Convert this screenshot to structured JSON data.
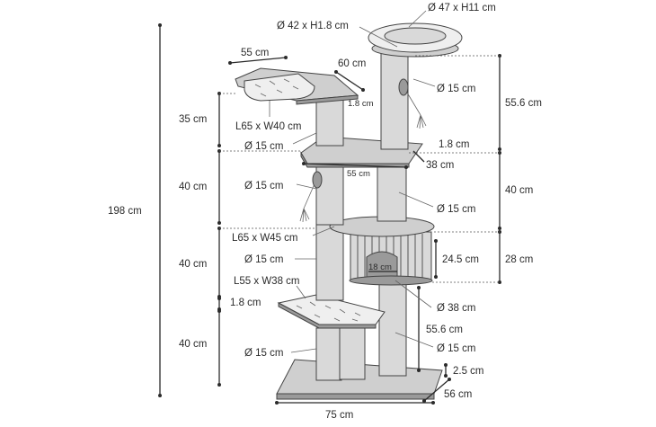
{
  "labels": {
    "top_bed": "Ø 47 x H11 cm",
    "top_bed_base": "Ø 42 x H1.8 cm",
    "hammock_width": "55 cm",
    "hammock_depth": "60 cm",
    "hammock_thickness": "1.8 cm",
    "top_post": "Ø 15 cm",
    "top_section": "55.6 cm",
    "hammock_gap": "35 cm",
    "hammock_size": "L65 x W40 cm",
    "post_1": "Ø 15 cm",
    "mid_platform_thickness": "1.8 cm",
    "mid_platform_depth": "38 cm",
    "mid_platform_width": "55 cm",
    "upper_left_gap": "40 cm",
    "toy_post": "Ø 15 cm",
    "right_post": "Ø 15 cm",
    "upper_right_gap": "40 cm",
    "condo_platform_size": "L65 x W45 cm",
    "condo_post": "Ø 15 cm",
    "condo_height": "24.5 cm",
    "condo_total": "28 cm",
    "condo_opening": "18 cm",
    "lower_left_gap": "40 cm",
    "total_height": "198 cm",
    "step_size": "L55 x W38 cm",
    "step_thickness": "1.8 cm",
    "condo_diameter": "Ø 38 cm",
    "bottom_section": "55.6 cm",
    "bottom_right_post": "Ø 15 cm",
    "bottom_left_gap": "40 cm",
    "bottom_left_post": "Ø 15 cm",
    "base_thickness": "2.5 cm",
    "base_depth": "56 cm",
    "base_width": "75 cm"
  }
}
